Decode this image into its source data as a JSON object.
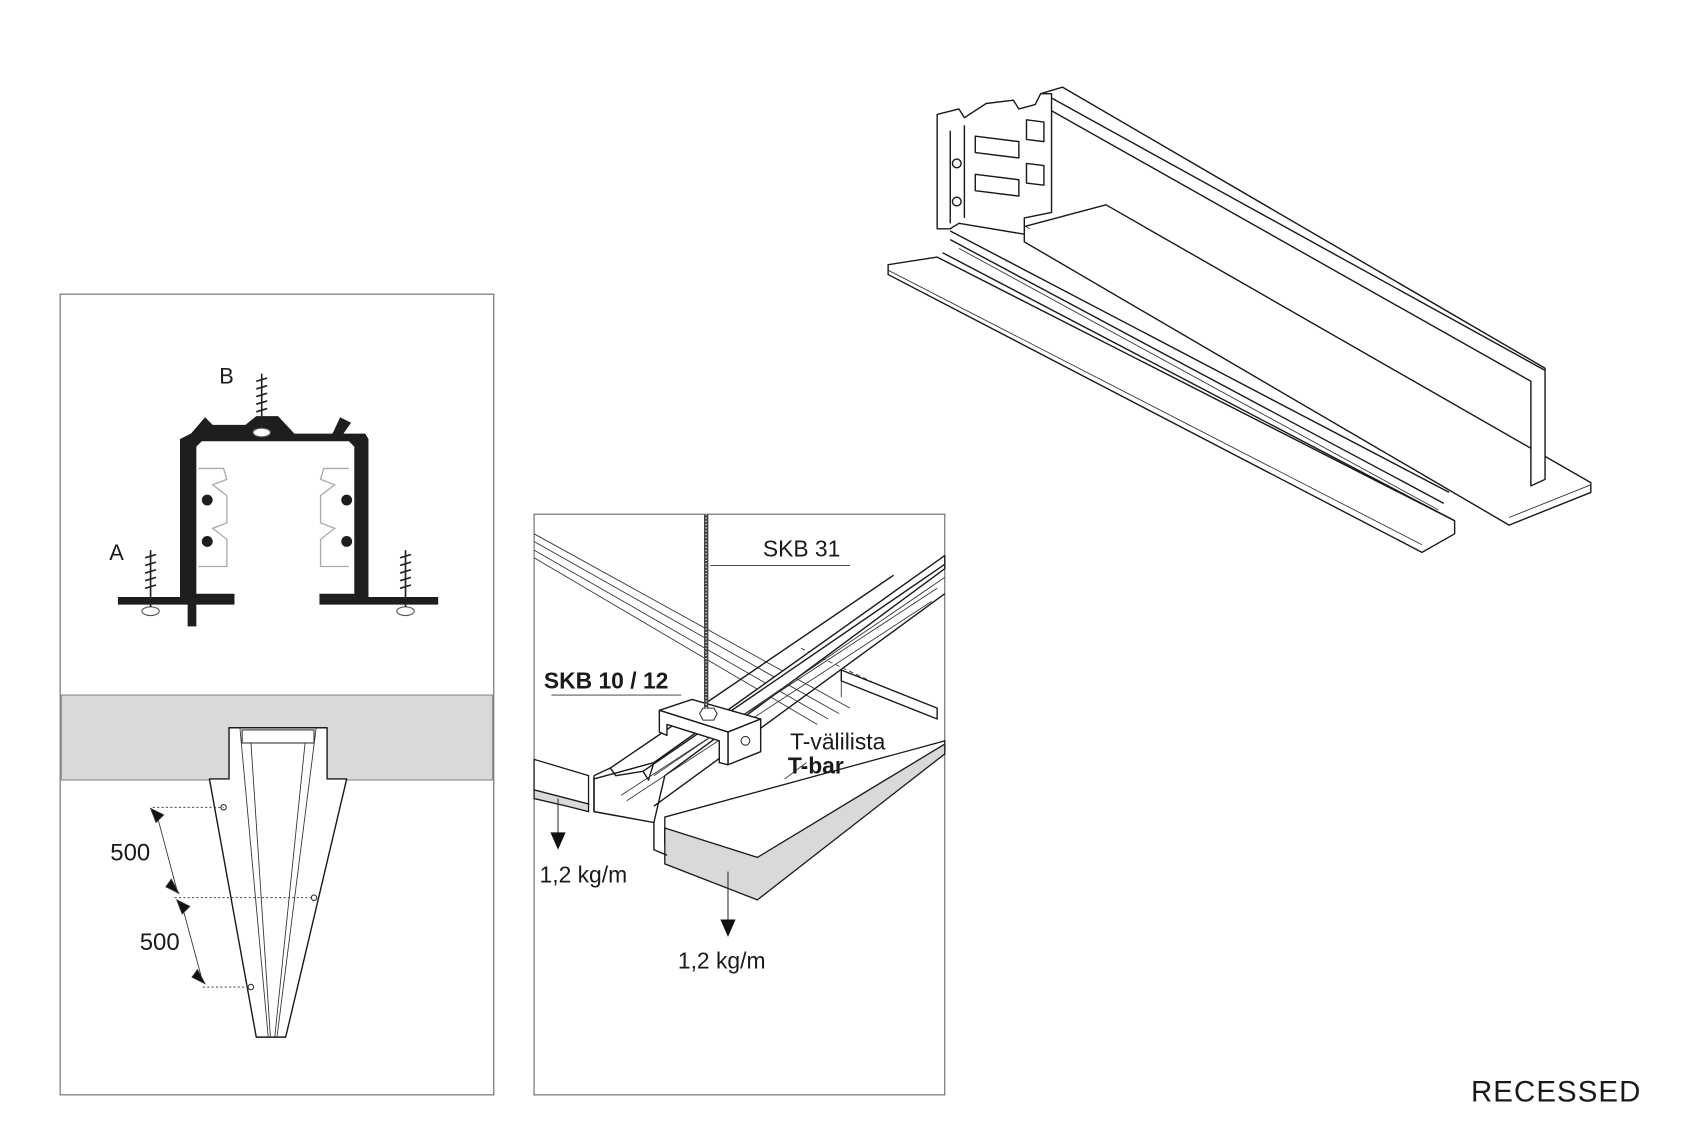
{
  "title": "RECESSED",
  "cross_section": {
    "label_a": "A",
    "label_b": "B",
    "spacing_1": "500",
    "spacing_2": "500"
  },
  "suspension_detail": {
    "rod_label": "SKB 31",
    "clip_label": "SKB 10 / 12",
    "tbar_label_fi": "T-välilista",
    "tbar_label_en": "T-bar",
    "load_1": "1,2 kg/m",
    "load_2": "1,2 kg/m"
  },
  "colors": {
    "ink": "#1a1a1a",
    "ceiling_gray": "#d9d9d9"
  }
}
